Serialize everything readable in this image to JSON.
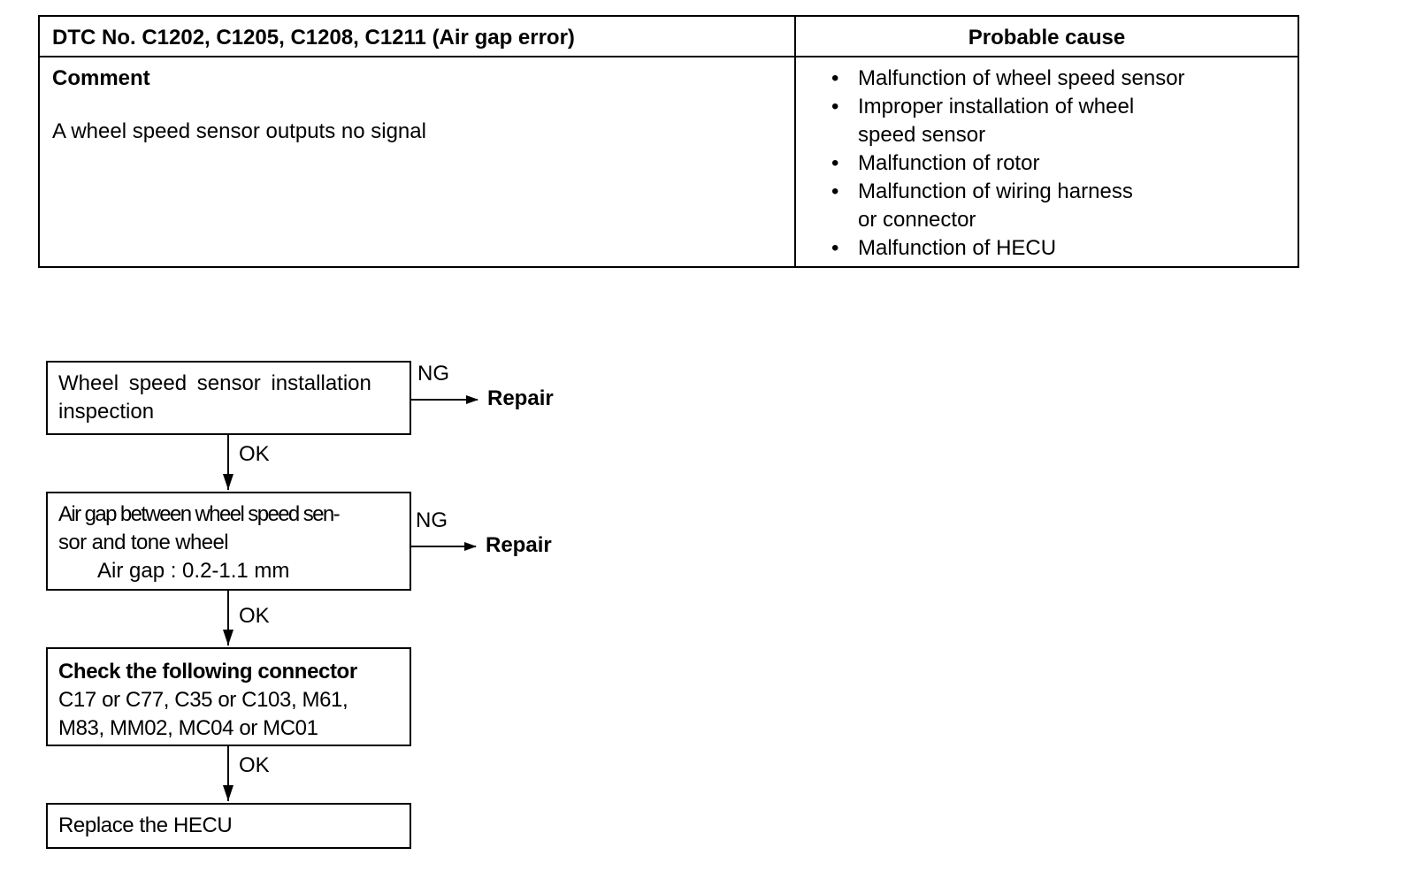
{
  "table": {
    "header_left": "DTC No. C1202, C1205, C1208, C1211 (Air gap error)",
    "header_right": "Probable cause",
    "comment_title": "Comment",
    "comment_text": "A wheel speed sensor outputs no signal",
    "causes": [
      [
        "Malfunction of wheel speed sensor"
      ],
      [
        "Improper installation of wheel",
        "speed sensor"
      ],
      [
        "Malfunction of rotor"
      ],
      [
        "Malfunction of wiring harness",
        "or connector"
      ],
      [
        "Malfunction of HECU"
      ]
    ]
  },
  "flow": {
    "step1": [
      "Wheel speed sensor installation",
      "inspection"
    ],
    "step2": [
      "Air gap between wheel speed sen-",
      "sor and tone wheel",
      "Air gap : 0.2-1.1 mm"
    ],
    "step3": [
      "Check the following connector",
      "C17 or C77, C35 or C103, M61,",
      "M83, MM02, MC04 or MC01"
    ],
    "step4": "Replace the HECU",
    "ng_label": "NG",
    "ok_label": "OK",
    "repair_label": "Repair"
  }
}
